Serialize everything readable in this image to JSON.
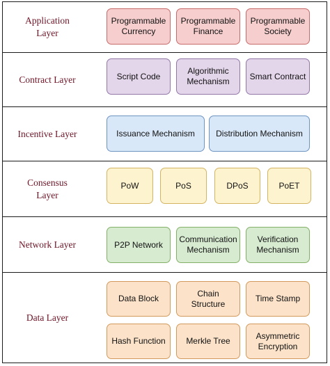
{
  "layers": [
    {
      "name": "Application\nLayer",
      "components": [
        "Programmable\nCurrency",
        "Programmable\nFinance",
        "Programmable\nSociety"
      ]
    },
    {
      "name": "Contract Layer",
      "components": [
        "Script Code",
        "Algorithmic\nMechanism",
        "Smart Contract"
      ]
    },
    {
      "name": "Incentive Layer",
      "components": [
        "Issuance Mechanism",
        "Distribution Mechanism"
      ]
    },
    {
      "name": "Consensus\nLayer",
      "components": [
        "PoW",
        "PoS",
        "DPoS",
        "PoET"
      ]
    },
    {
      "name": "Network Layer",
      "components": [
        "P2P Network",
        "Communication\nMechanism",
        "Verification\nMechanism"
      ]
    },
    {
      "name": "Data Layer",
      "components": [
        "Data Block",
        "Chain Structure",
        "Time Stamp",
        "Hash Function",
        "Merkle Tree",
        "Asymmetric\nEncryption"
      ]
    }
  ],
  "colors": {
    "layer_label": "#6e1426",
    "application": "#f6cece",
    "contract": "#e3d5ea",
    "incentive": "#d9e8f8",
    "consensus": "#fdf3cf",
    "network": "#d7ebd1",
    "data": "#fbe2c8"
  }
}
